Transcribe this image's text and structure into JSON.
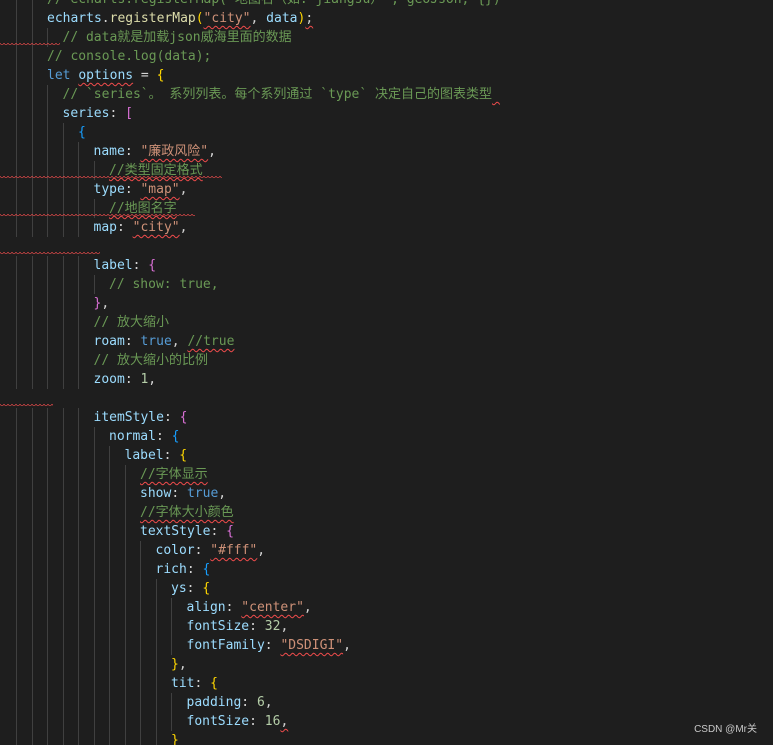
{
  "editor": {
    "watermark": "CSDN @Mr关",
    "lines": [
      {
        "indent": 2,
        "tokens": [
          {
            "t": "// echarts.registerMap('地图名（如: jiangsu）', geoJson, {})",
            "c": "comment"
          }
        ]
      },
      {
        "indent": 2,
        "tokens": [
          {
            "t": "echarts",
            "c": "var"
          },
          {
            "t": ".",
            "c": "punct"
          },
          {
            "t": "registerMap",
            "c": "func"
          },
          {
            "t": "(",
            "c": "brace-y"
          },
          {
            "t": "\"city\"",
            "c": "string",
            "sq": true
          },
          {
            "t": ", ",
            "c": "punct"
          },
          {
            "t": "data",
            "c": "var"
          },
          {
            "t": ")",
            "c": "brace-y"
          },
          {
            "t": ";",
            "c": "punct",
            "sq": true
          }
        ]
      },
      {
        "indent": 3,
        "marginSquiggle": 60,
        "tokens": [
          {
            "t": "// data就是加载json威海里面的数据",
            "c": "comment"
          }
        ]
      },
      {
        "indent": 2,
        "tokens": [
          {
            "t": "// console.log(data);",
            "c": "comment"
          }
        ]
      },
      {
        "indent": 2,
        "tokens": [
          {
            "t": "let ",
            "c": "keyword"
          },
          {
            "t": "options",
            "c": "var",
            "sq": true
          },
          {
            "t": " = ",
            "c": "punct"
          },
          {
            "t": "{",
            "c": "brace-y"
          }
        ]
      },
      {
        "indent": 3,
        "tokens": [
          {
            "t": "// `series`。 系列列表。每个系列通过 `type` 决定自己的图表类型",
            "c": "comment"
          },
          {
            "t": " ",
            "c": "comment",
            "sq": true
          }
        ]
      },
      {
        "indent": 3,
        "tokens": [
          {
            "t": "series",
            "c": "property"
          },
          {
            "t": ": ",
            "c": "punct"
          },
          {
            "t": "[",
            "c": "brace-p"
          }
        ]
      },
      {
        "indent": 4,
        "tokens": [
          {
            "t": "{",
            "c": "brace-b"
          }
        ]
      },
      {
        "indent": 5,
        "tokens": [
          {
            "t": "name",
            "c": "property"
          },
          {
            "t": ": ",
            "c": "punct"
          },
          {
            "t": "\"廉政风险\"",
            "c": "string",
            "sq": true
          },
          {
            "t": ",",
            "c": "punct"
          }
        ]
      },
      {
        "indent": 6,
        "marginSquiggle": 222,
        "tokens": [
          {
            "t": "//类型固定格式",
            "c": "comment",
            "sq": true
          }
        ]
      },
      {
        "indent": 5,
        "tokens": [
          {
            "t": "type",
            "c": "property"
          },
          {
            "t": ": ",
            "c": "punct"
          },
          {
            "t": "\"map\"",
            "c": "string",
            "sq": true
          },
          {
            "t": ",",
            "c": "punct"
          }
        ]
      },
      {
        "indent": 6,
        "marginSquiggle": 195,
        "tokens": [
          {
            "t": "//地图名字",
            "c": "comment",
            "sq": true
          }
        ]
      },
      {
        "indent": 5,
        "tokens": [
          {
            "t": "map",
            "c": "property"
          },
          {
            "t": ": ",
            "c": "punct"
          },
          {
            "t": "\"city\"",
            "c": "string",
            "sq": true
          },
          {
            "t": ",",
            "c": "punct"
          }
        ]
      },
      {
        "indent": 0,
        "marginSquiggle": 100,
        "tokens": []
      },
      {
        "indent": 5,
        "tokens": [
          {
            "t": "label",
            "c": "property"
          },
          {
            "t": ": ",
            "c": "punct"
          },
          {
            "t": "{",
            "c": "brace-p"
          }
        ]
      },
      {
        "indent": 6,
        "tokens": [
          {
            "t": "// show: true,",
            "c": "comment"
          }
        ]
      },
      {
        "indent": 5,
        "tokens": [
          {
            "t": "}",
            "c": "brace-p"
          },
          {
            "t": ",",
            "c": "punct"
          }
        ]
      },
      {
        "indent": 5,
        "tokens": [
          {
            "t": "// 放大缩小",
            "c": "comment"
          }
        ]
      },
      {
        "indent": 5,
        "tokens": [
          {
            "t": "roam",
            "c": "property"
          },
          {
            "t": ": ",
            "c": "punct"
          },
          {
            "t": "true",
            "c": "boolean"
          },
          {
            "t": ", ",
            "c": "punct"
          },
          {
            "t": "//true",
            "c": "comment",
            "sq": true
          }
        ]
      },
      {
        "indent": 5,
        "tokens": [
          {
            "t": "// 放大缩小的比例",
            "c": "comment"
          }
        ]
      },
      {
        "indent": 5,
        "tokens": [
          {
            "t": "zoom",
            "c": "property"
          },
          {
            "t": ": ",
            "c": "punct"
          },
          {
            "t": "1",
            "c": "number"
          },
          {
            "t": ",",
            "c": "punct"
          }
        ]
      },
      {
        "indent": 0,
        "marginSquiggle": 53,
        "tokens": []
      },
      {
        "indent": 5,
        "tokens": [
          {
            "t": "itemStyle",
            "c": "property"
          },
          {
            "t": ": ",
            "c": "punct"
          },
          {
            "t": "{",
            "c": "brace-p"
          }
        ]
      },
      {
        "indent": 6,
        "tokens": [
          {
            "t": "normal",
            "c": "property"
          },
          {
            "t": ": ",
            "c": "punct"
          },
          {
            "t": "{",
            "c": "brace-b"
          }
        ]
      },
      {
        "indent": 7,
        "tokens": [
          {
            "t": "label",
            "c": "property"
          },
          {
            "t": ": ",
            "c": "punct"
          },
          {
            "t": "{",
            "c": "brace-y"
          }
        ]
      },
      {
        "indent": 8,
        "tokens": [
          {
            "t": "//字体显示",
            "c": "comment",
            "sq": true
          }
        ]
      },
      {
        "indent": 8,
        "tokens": [
          {
            "t": "show",
            "c": "property"
          },
          {
            "t": ": ",
            "c": "punct"
          },
          {
            "t": "true",
            "c": "boolean"
          },
          {
            "t": ",",
            "c": "punct"
          }
        ]
      },
      {
        "indent": 8,
        "tokens": [
          {
            "t": "//字体大小颜色",
            "c": "comment",
            "sq": true
          }
        ]
      },
      {
        "indent": 8,
        "tokens": [
          {
            "t": "textStyle",
            "c": "property"
          },
          {
            "t": ": ",
            "c": "punct"
          },
          {
            "t": "{",
            "c": "brace-p"
          }
        ]
      },
      {
        "indent": 9,
        "tokens": [
          {
            "t": "color",
            "c": "property"
          },
          {
            "t": ": ",
            "c": "punct"
          },
          {
            "t": "\"#fff\"",
            "c": "string",
            "sq": true
          },
          {
            "t": ",",
            "c": "punct"
          }
        ]
      },
      {
        "indent": 9,
        "tokens": [
          {
            "t": "rich",
            "c": "property"
          },
          {
            "t": ": ",
            "c": "punct"
          },
          {
            "t": "{",
            "c": "brace-b"
          }
        ]
      },
      {
        "indent": 10,
        "tokens": [
          {
            "t": "ys",
            "c": "property"
          },
          {
            "t": ": ",
            "c": "punct"
          },
          {
            "t": "{",
            "c": "brace-y"
          }
        ]
      },
      {
        "indent": 11,
        "tokens": [
          {
            "t": "align",
            "c": "property"
          },
          {
            "t": ": ",
            "c": "punct"
          },
          {
            "t": "\"center\"",
            "c": "string",
            "sq": true
          },
          {
            "t": ",",
            "c": "punct"
          }
        ]
      },
      {
        "indent": 11,
        "tokens": [
          {
            "t": "fontSize",
            "c": "property"
          },
          {
            "t": ": ",
            "c": "punct"
          },
          {
            "t": "32",
            "c": "number"
          },
          {
            "t": ",",
            "c": "punct"
          }
        ]
      },
      {
        "indent": 11,
        "tokens": [
          {
            "t": "fontFamily",
            "c": "property"
          },
          {
            "t": ": ",
            "c": "punct"
          },
          {
            "t": "\"DSDIGI\"",
            "c": "string",
            "sq": true
          },
          {
            "t": ",",
            "c": "punct"
          }
        ]
      },
      {
        "indent": 10,
        "tokens": [
          {
            "t": "}",
            "c": "brace-y"
          },
          {
            "t": ",",
            "c": "punct"
          }
        ]
      },
      {
        "indent": 10,
        "tokens": [
          {
            "t": "tit",
            "c": "property"
          },
          {
            "t": ": ",
            "c": "punct"
          },
          {
            "t": "{",
            "c": "brace-y"
          }
        ]
      },
      {
        "indent": 11,
        "tokens": [
          {
            "t": "padding",
            "c": "property"
          },
          {
            "t": ": ",
            "c": "punct"
          },
          {
            "t": "6",
            "c": "number"
          },
          {
            "t": ",",
            "c": "punct"
          }
        ]
      },
      {
        "indent": 11,
        "tokens": [
          {
            "t": "fontSize",
            "c": "property"
          },
          {
            "t": ": ",
            "c": "punct"
          },
          {
            "t": "16",
            "c": "number"
          },
          {
            "t": ",",
            "c": "punct",
            "sq": true
          }
        ]
      },
      {
        "indent": 10,
        "tokens": [
          {
            "t": "}",
            "c": "brace-y"
          }
        ]
      }
    ]
  }
}
